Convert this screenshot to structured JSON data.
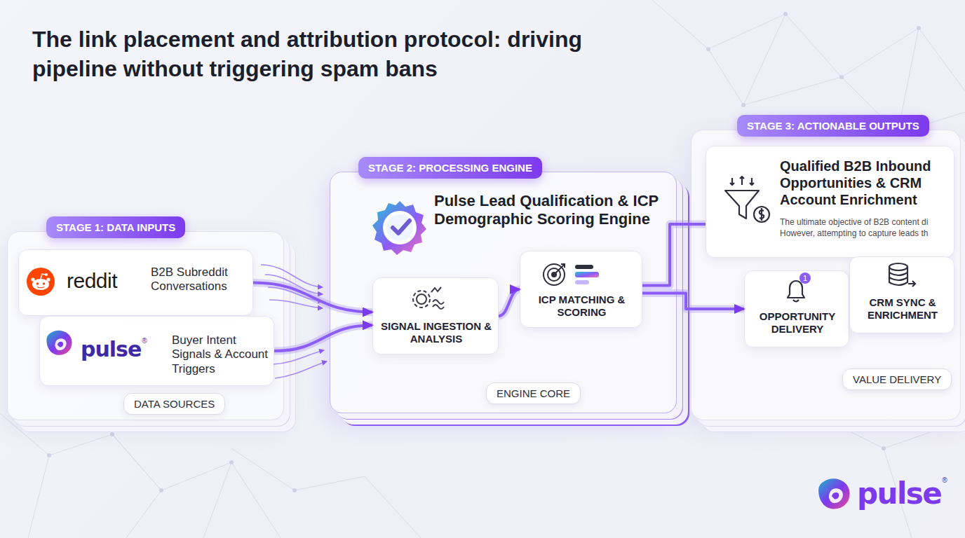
{
  "diagram": {
    "title": "The link placement and attribution protocol: driving pipeline without triggering spam bans",
    "nodes": [
      {
        "text": [
          "STAGE 1: DATA INPUTS"
        ]
      },
      {
        "text": [
          "reddit",
          "B2B Subreddit Conversations"
        ],
        "in": 0
      },
      {
        "text": [
          "pulse",
          "Buyer Intent Signals & Account Triggers"
        ],
        "in": 0
      },
      {
        "text": [
          "DATA SOURCES"
        ],
        "in": 0
      },
      {
        "text": [
          "STAGE 2: PROCESSING ENGINE",
          "Pulse Lead Qualification & ICP Demographic Scoring Engine"
        ]
      },
      {
        "text": [
          "SIGNAL INGESTION & ANALYSIS"
        ],
        "in": 4
      },
      {
        "text": [
          "ICP MATCHING & SCORING"
        ],
        "in": 4
      },
      {
        "text": [
          "ENGINE CORE"
        ],
        "in": 4
      },
      {
        "text": [
          "STAGE 3: ACTIONABLE OUTPUTS"
        ]
      },
      {
        "text": [
          "Qualified B2B Inbound Opportunities & CRM Account Enrichment",
          "The ultimate objective of B2B content di However, attempting to capture leads th"
        ],
        "in": 8
      },
      {
        "text": [
          "OPPORTUNITY DELIVERY"
        ],
        "in": 8
      },
      {
        "text": [
          "CRM SYNC & ENRICHMENT"
        ],
        "in": 8
      },
      {
        "text": [
          "VALUE DELIVERY"
        ],
        "in": 8
      }
    ],
    "edges": [
      {
        "from": 1,
        "to": 5,
        "arrow": "to"
      },
      {
        "from": 2,
        "to": 5,
        "arrow": "to"
      },
      {
        "from": 5,
        "to": 6,
        "arrow": "to"
      },
      {
        "from": 6,
        "to": 9,
        "arrow": "none"
      },
      {
        "from": 6,
        "to": 10,
        "arrow": "to"
      }
    ],
    "labels": [
      "1",
      "®",
      "pulse",
      "®"
    ]
  }
}
